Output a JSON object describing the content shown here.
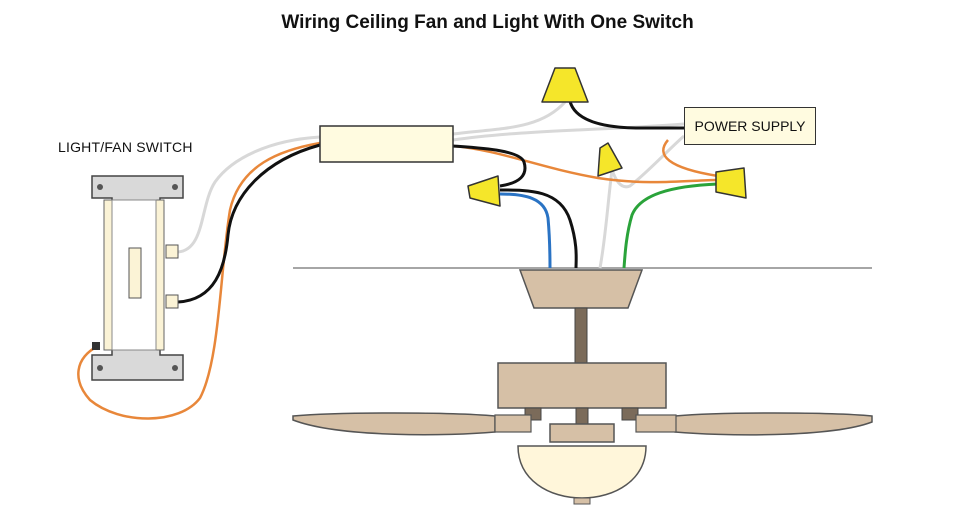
{
  "title": "Wiring Ceiling Fan and Light With One Switch",
  "labels": {
    "switch": "LIGHT/FAN SWITCH",
    "power_supply": "POWER SUPPLY"
  },
  "colors": {
    "hot_wire": "#111111",
    "neutral_wire": "#d8d8d8",
    "traveler_wire": "#e8873a",
    "blue_wire": "#2a73c4",
    "ground_wire": "#2aa33a",
    "wire_nut": "#f5e62a",
    "fan_body": "#d6c0a6",
    "fan_stem": "#7b6b5a",
    "light_globe": "#fff6da"
  }
}
